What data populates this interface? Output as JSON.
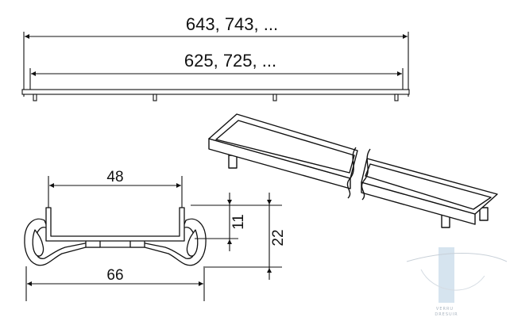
{
  "dimensions": {
    "outer_length": "643, 743, ...",
    "inner_length": "625, 725, ...",
    "inner_width": "48",
    "outer_width": "66",
    "height_small": "11",
    "height_total": "22"
  },
  "watermark": {
    "line1": "VERRU",
    "line2": "DRESUIR",
    "color": "#c5d8e8"
  },
  "colors": {
    "line": "#111111",
    "fill": "#ffffff"
  }
}
